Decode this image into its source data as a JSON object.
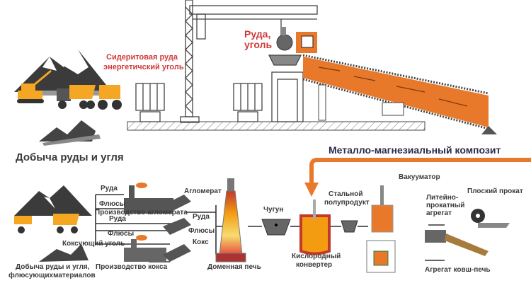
{
  "diagram": {
    "title_top_section": "Добыча руды и угля",
    "composite_label": "Металло-магнезиальный композит",
    "top_labels": {
      "siderite": [
        "Сидеритовая руда",
        "энергетичский уголь"
      ],
      "ore_coal": [
        "Руда,",
        "уголь"
      ]
    },
    "flow_labels": {
      "ore_1": "Руда",
      "fluxes_1": "Флюсы",
      "sinter_production": "Производство агломерата",
      "ore_2": "Руда",
      "fluxes_2": "Флюсы",
      "coking_coal": "Коксующий уголь",
      "coke_production": "Производство кокса",
      "mining_bottom": [
        "Добыча руды и угля,",
        "флюсующихматериалов"
      ],
      "agglomerate": "Агломерат",
      "ore_3": "Руда",
      "fluxes_3": "Флюсы",
      "coke": "Кокс",
      "blast_furnace": "Доменная печь",
      "pig_iron": "Чугун",
      "oxygen_converter": [
        "Кислородный",
        "конвертер"
      ],
      "steel_semi": [
        "Стальной",
        "полупродукт"
      ],
      "vacuumator": "Вакууматор",
      "casting_rolling": [
        "Литейно-",
        "прокатный",
        "агрегат"
      ],
      "flat_rolled": "Плоский прокат",
      "ladle_furnace": "Агрегат ковш-печь"
    },
    "colors": {
      "accent_orange": "#e8782a",
      "label_red": "#d0393a",
      "label_dark": "#3a3a3a",
      "label_navy": "#2a2a4e"
    }
  }
}
